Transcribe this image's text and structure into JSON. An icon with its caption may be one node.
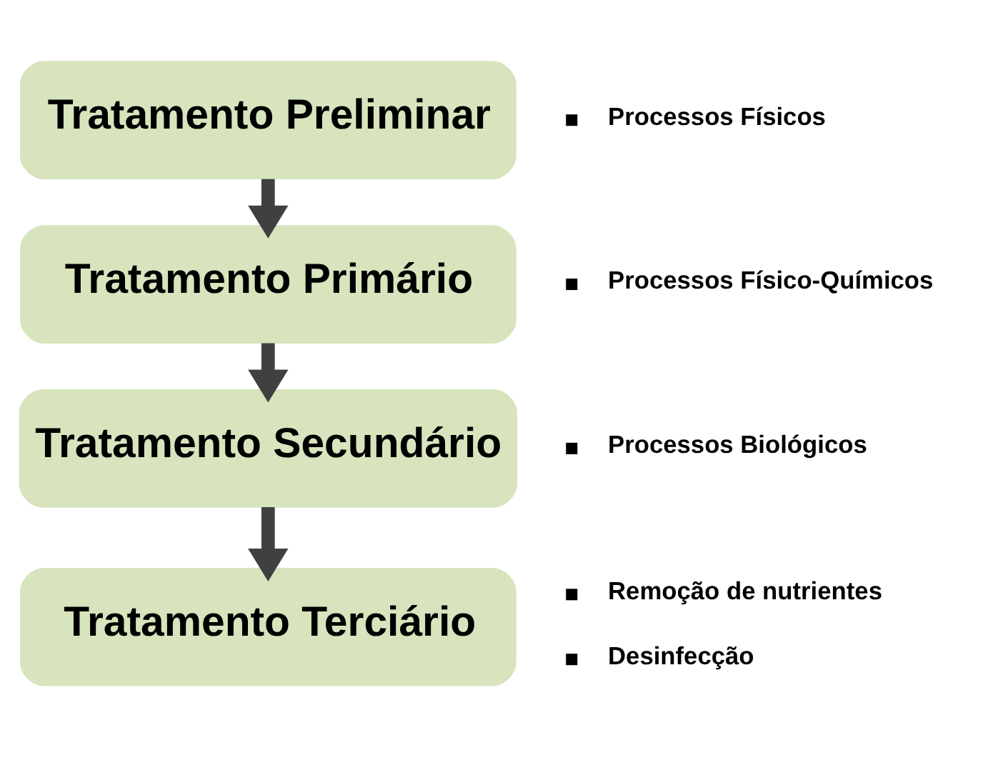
{
  "diagram": {
    "nodes": [
      {
        "text": [
          "Tratamento Preliminar"
        ],
        "beside": [
          "Processos Físicos"
        ]
      },
      {
        "text": [
          "Tratamento Primário"
        ],
        "beside": [
          "Processos Físico-Químicos"
        ]
      },
      {
        "text": [
          "Tratamento Secundário"
        ],
        "beside": [
          "Processos Biológicos"
        ]
      },
      {
        "text": [
          "Tratamento Terciário"
        ],
        "beside": [
          "Remoção de nutrientes",
          "Desinfecção"
        ]
      }
    ],
    "edges": [
      {
        "from": 0,
        "to": 1,
        "arrow": "to"
      },
      {
        "from": 1,
        "to": 2,
        "arrow": "to"
      },
      {
        "from": 2,
        "to": 3,
        "arrow": "to"
      }
    ]
  }
}
